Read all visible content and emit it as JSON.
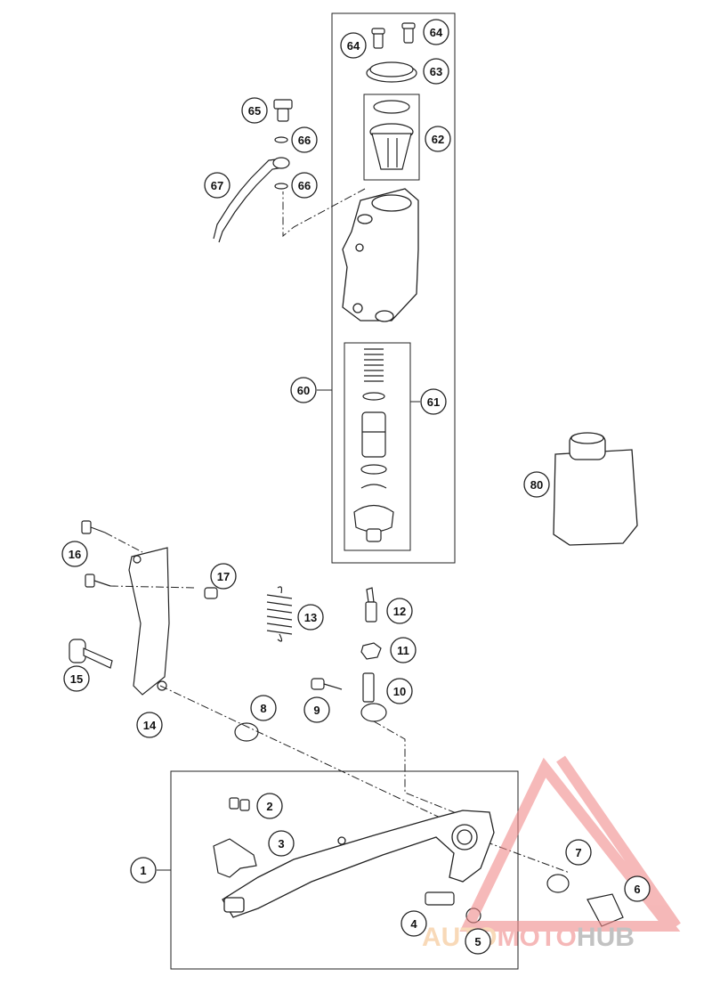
{
  "callouts": {
    "c1": "1",
    "c2": "2",
    "c3": "3",
    "c4": "4",
    "c5": "5",
    "c6": "6",
    "c7": "7",
    "c8": "8",
    "c9": "9",
    "c10": "10",
    "c11": "11",
    "c12": "12",
    "c13": "13",
    "c14": "14",
    "c15": "15",
    "c16": "16",
    "c17": "17",
    "c60": "60",
    "c61": "61",
    "c62": "62",
    "c63": "63",
    "c64a": "64",
    "c64b": "64",
    "c65": "65",
    "c66a": "66",
    "c66b": "66",
    "c67": "67",
    "c80": "80"
  },
  "watermark": {
    "part1": "AUTO",
    "part2": "MOTO",
    "part3": "HUB",
    "color_primary": "#f08a8a",
    "color_secondary": "#f5c08a",
    "color_tertiary": "#9a9a9a"
  }
}
